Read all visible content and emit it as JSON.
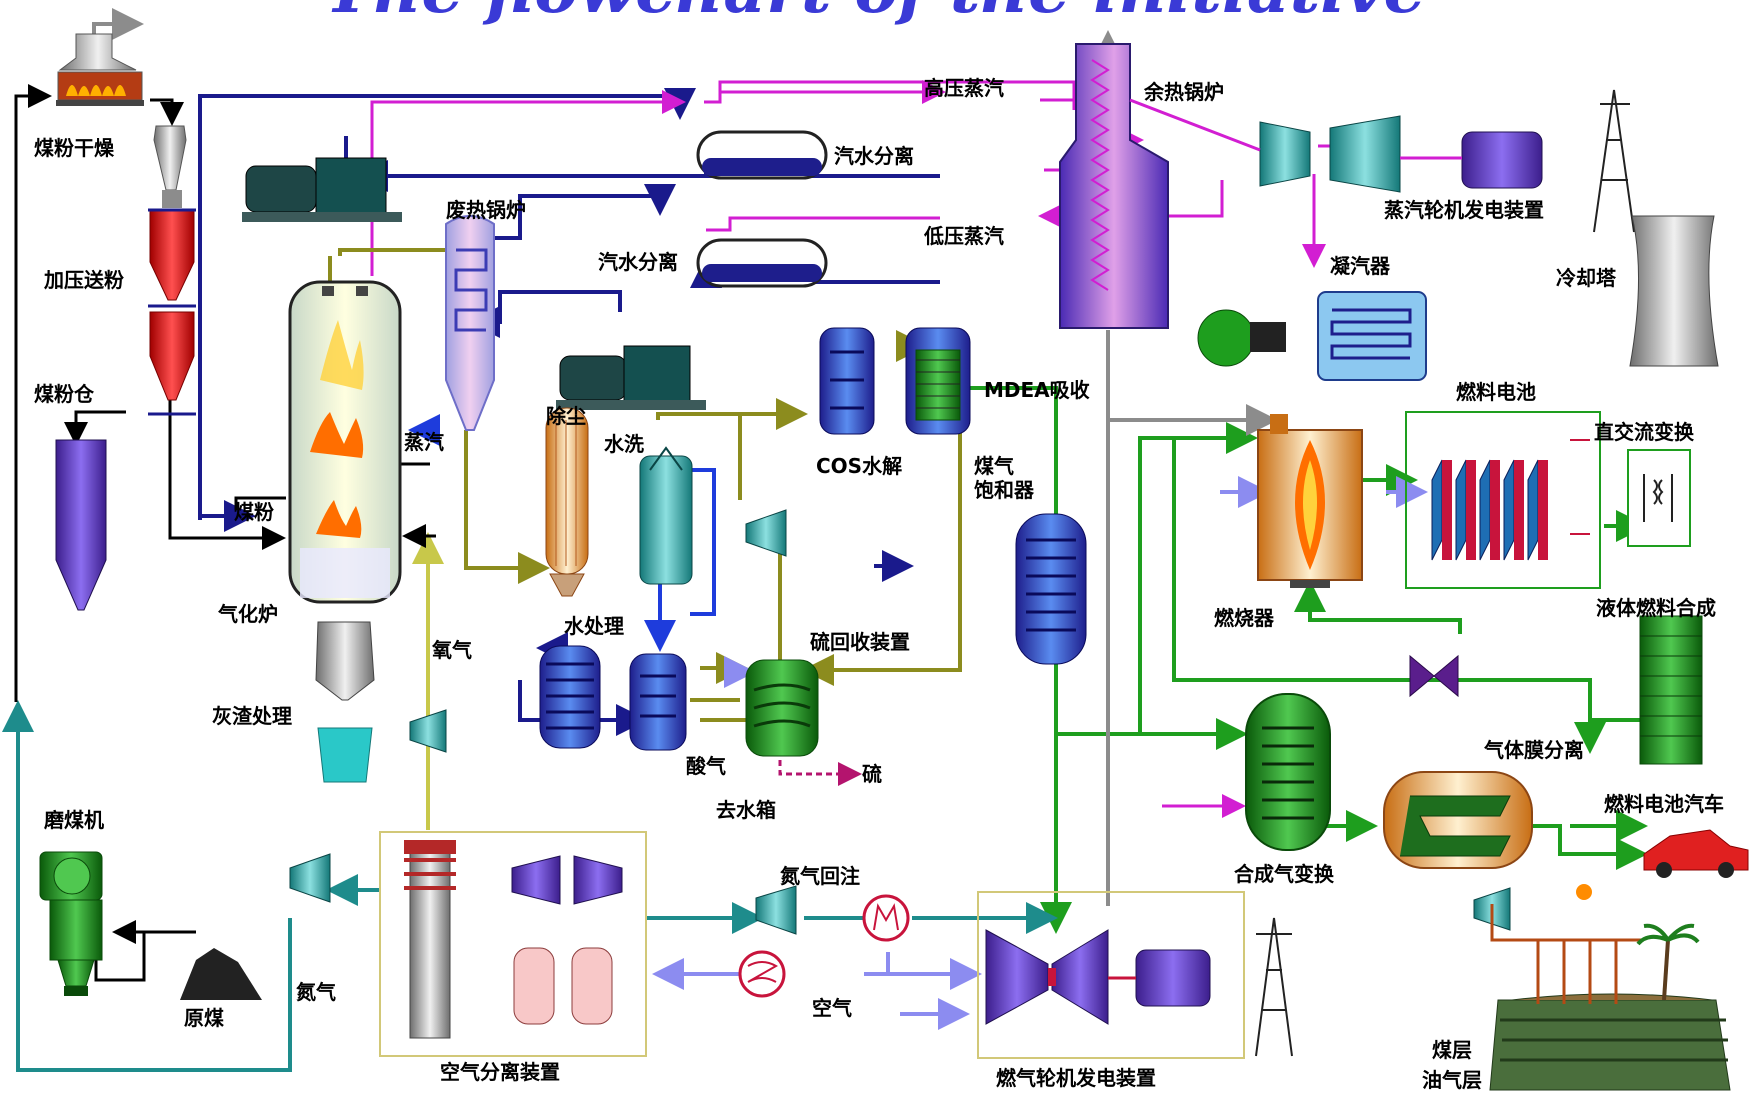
{
  "title": "The flowchart of the initiative",
  "labels": {
    "coal_drying": "煤粉干燥",
    "pressurized_feed": "加压送粉",
    "coal_bin": "煤粉仓",
    "coal_mill": "磨煤机",
    "raw_coal": "原煤",
    "nitrogen": "氮气",
    "gasifier": "气化炉",
    "coal_powder": "煤粉",
    "steam": "蒸汽",
    "ash_treatment": "灰渣处理",
    "oxygen": "氧气",
    "waste_heat_boiler_gasifier": "废热锅炉",
    "hp_steam_drum": "汽水分离",
    "lp_steam_drum": "汽水分离",
    "dust_removal": "除尘",
    "water_wash": "水洗",
    "water_treatment": "水处理",
    "cos_hydrolysis": "COS水解",
    "mdea_absorption": "MDEA吸收",
    "sulfur_recovery": "硫回收装置",
    "acid_gas": "酸气",
    "sulfur": "硫",
    "to_water_tank": "去水箱",
    "high_pressure_steam": "高压蒸汽",
    "low_pressure_steam": "低压蒸汽",
    "hrsg": "余热锅炉",
    "steam_turbine_set": "蒸汽轮机发电装置",
    "condenser": "凝汽器",
    "cooling_tower": "冷却塔",
    "fuel_cell": "燃料电池",
    "dc_ac": "直交流变换",
    "gas_saturator": "煤气\n饱和器",
    "combustor": "燃烧器",
    "liquid_fuel_synthesis": "液体燃料合成",
    "gas_membrane_separation": "气体膜分离",
    "fuel_cell_vehicle": "燃料电池汽车",
    "syngas_shift": "合成气变换",
    "nitrogen_reinjection": "氮气回注",
    "air": "空气",
    "air_separation_unit": "空气分离装置",
    "gas_turbine_set": "燃气轮机发电装置",
    "coal_seam": "煤层",
    "oil_gas_layer": "油气层"
  },
  "colors": {
    "title": "#3a3ad6",
    "navy_water": "#1a1a8c",
    "magenta_steam": "#d21ed2",
    "olive_syngas": "#8c8c1e",
    "green_clean_gas": "#1e9e1e",
    "teal_nitrogen": "#1e8c8c",
    "gray_exhaust": "#8c8c8c",
    "lavender_air": "#8c8cf0",
    "blue_process": "#1e3cdc",
    "yellow_oxygen": "#d2d264"
  }
}
